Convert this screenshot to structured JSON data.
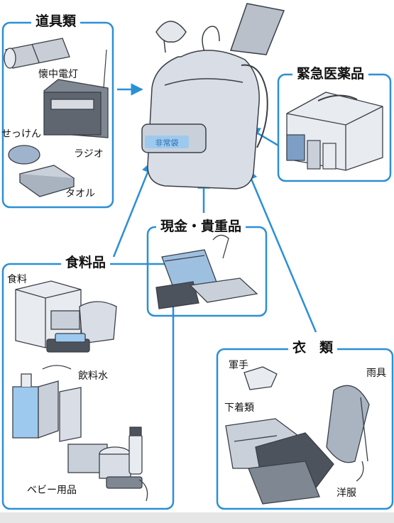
{
  "groups": {
    "tools": {
      "title": "道具類",
      "items": [
        "懐中電灯",
        "せっけん",
        "ラジオ",
        "タオル"
      ]
    },
    "medicine": {
      "title": "緊急医薬品"
    },
    "valuables": {
      "title": "現金・貴重品"
    },
    "food": {
      "title": "食料品",
      "items": [
        "食料",
        "飲料水",
        "ベビー用品"
      ]
    },
    "clothes": {
      "title": "衣　類",
      "items": [
        "軍手",
        "雨具",
        "下着類",
        "洋服"
      ]
    }
  },
  "backpack_label": "非常袋",
  "colors": {
    "accent": "#2b8fd6",
    "illustration_fill": "#d9dee6",
    "illustration_stroke": "#3a3f47",
    "blue_tint": "#9ec9ee"
  }
}
